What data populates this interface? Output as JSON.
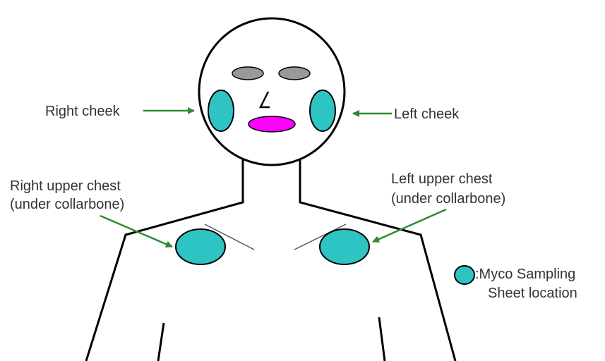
{
  "labels": {
    "right_cheek": "Right cheek",
    "left_cheek": "Left cheek",
    "right_upper_chest_line1": "Right upper chest",
    "right_upper_chest_line2": "(under collarbone)",
    "left_upper_chest_line1": "Left upper chest",
    "left_upper_chest_line2": "(under collarbone)"
  },
  "legend": {
    "line1": ":Myco Sampling",
    "line2": "Sheet location"
  },
  "colors": {
    "sampling_spot": "#2ec4c4",
    "arrow": "#2e8b2e",
    "eyes": "#999999",
    "mouth": "#ff00ff",
    "outline": "#000000"
  }
}
